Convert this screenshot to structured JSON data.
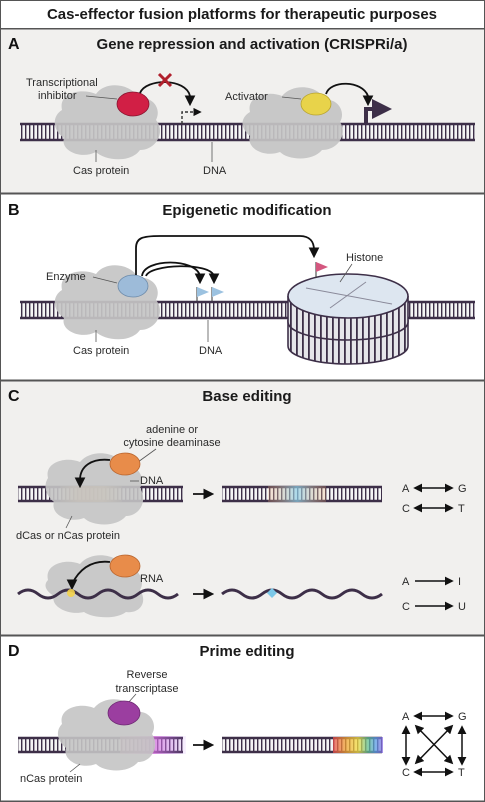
{
  "header": {
    "title": "Cas-effector fusion platforms for therapeutic purposes"
  },
  "panels": {
    "a": {
      "letter": "A",
      "title": "Gene repression and activation (CRISPRi/a)",
      "inhibitor_label_1": "Transcriptional",
      "inhibitor_label_2": "inhibitor",
      "activator_label": "Activator",
      "cas_label": "Cas protein",
      "dna_label": "DNA"
    },
    "b": {
      "letter": "B",
      "title": "Epigenetic modification",
      "enzyme_label": "Enzyme",
      "histone_label": "Histone",
      "cas_label": "Cas protein",
      "dna_label": "DNA"
    },
    "c": {
      "letter": "C",
      "title": "Base editing",
      "deaminase_label_1": "adenine or",
      "deaminase_label_2": "cytosine deaminase",
      "dna_label": "DNA",
      "rna_label": "RNA",
      "cas_label": "dCas or nCas protein",
      "conv1_from": "A",
      "conv1_to": "G",
      "conv2_from": "C",
      "conv2_to": "T",
      "conv3_from": "A",
      "conv3_to": "I",
      "conv4_from": "C",
      "conv4_to": "U"
    },
    "d": {
      "letter": "D",
      "title": "Prime editing",
      "rt_label_1": "Reverse",
      "rt_label_2": "transcriptase",
      "cas_label": "nCas protein",
      "grid_tl": "A",
      "grid_tr": "G",
      "grid_bl": "C",
      "grid_br": "T"
    }
  },
  "colors": {
    "border": "#555555",
    "panel_bg": "#f1f0ee",
    "dna_strand": "#3d2f48",
    "dna_rung": "#d9d9d9",
    "cas_protein": "#c4c4c4",
    "inhibitor": "#d11f45",
    "activator": "#e8d34a",
    "enzyme": "#9dbbd9",
    "deaminase": "#e88c4a",
    "reverse_transcriptase": "#9b3ea0",
    "flag": "#9cc2e0",
    "histone_flag": "#d4577f",
    "x_mark": "#b0202c"
  },
  "icons": [
    "arrow-icon",
    "x-mark-icon",
    "flag-icon",
    "double-arrow-icon"
  ]
}
